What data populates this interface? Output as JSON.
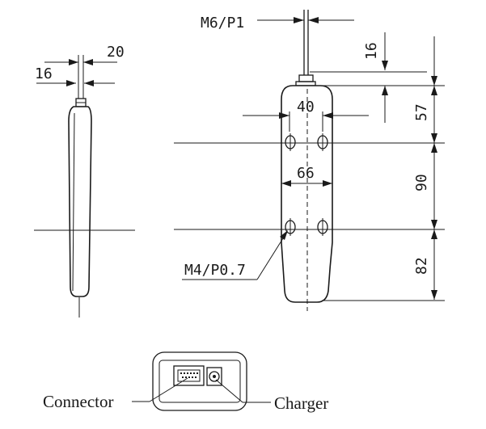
{
  "dimensions": {
    "side_top_width": "20",
    "side_inner_width": "16",
    "thread_main": "M6/P1",
    "thread_height": "16",
    "hole_spacing_top": "40",
    "hole_spacing_lower": "66",
    "thread_mount": "M4/P0.7",
    "dist_top": "57",
    "dist_middle": "90",
    "dist_bottom": "82"
  },
  "labels": {
    "connector": "Connector",
    "charger": "Charger"
  }
}
